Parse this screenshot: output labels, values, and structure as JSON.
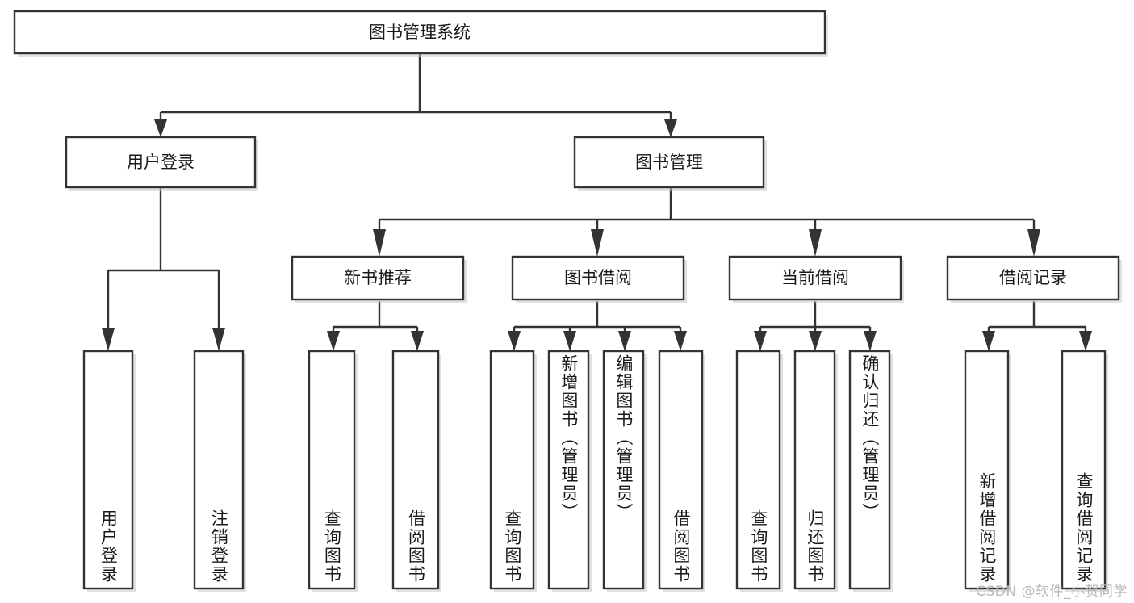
{
  "diagram": {
    "type": "tree-structure-chart",
    "title": "图书管理系统",
    "orientation": "top-down",
    "colors": {
      "box_stroke": "#333333",
      "box_fill": "#ffffff",
      "connector": "#333333",
      "text": "#1a1a1a",
      "watermark": "#b9b9b9",
      "background": "#ffffff"
    },
    "root": {
      "label": "图书管理系统"
    },
    "level2": [
      {
        "label": "用户登录"
      },
      {
        "label": "图书管理"
      }
    ],
    "level3": [
      {
        "label": "新书推荐"
      },
      {
        "label": "图书借阅"
      },
      {
        "label": "当前借阅"
      },
      {
        "label": "借阅记录"
      }
    ],
    "leaves": {
      "user_login": [
        {
          "label": "用户登录"
        },
        {
          "label": "注销登录"
        }
      ],
      "new_book_recommend": [
        {
          "label": "查询图书"
        },
        {
          "label": "借阅图书"
        }
      ],
      "book_borrow": [
        {
          "label": "查询图书"
        },
        {
          "label": "新增图书（管理员）"
        },
        {
          "label": "编辑图书（管理员）"
        },
        {
          "label": "借阅图书"
        }
      ],
      "current_borrow": [
        {
          "label": "查询图书"
        },
        {
          "label": "归还图书"
        },
        {
          "label": "确认归还（管理员）"
        }
      ],
      "borrow_record": [
        {
          "label": "新增借阅记录"
        },
        {
          "label": "查询借阅记录"
        }
      ]
    }
  },
  "watermark": {
    "text": "CSDN @软件_小贺同学"
  }
}
